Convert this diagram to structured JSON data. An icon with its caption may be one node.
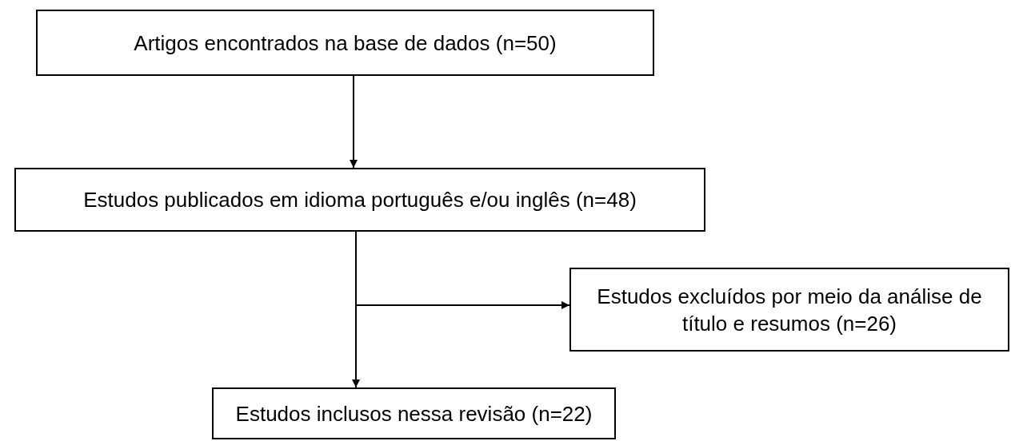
{
  "diagram": {
    "nodes": [
      {
        "text": [
          "Artigos encontrados na base de dados (n=50)"
        ]
      },
      {
        "text": [
          "Estudos publicados em idioma português e/ou inglês (n=48)"
        ]
      },
      {
        "text": [
          "Estudos excluídos por meio da análise de título e resumos (n=26)"
        ]
      },
      {
        "text": [
          "Estudos inclusos nessa revisão (n=22)"
        ]
      }
    ],
    "edges": [
      {
        "from": 0,
        "to": 1,
        "arrow": "to"
      },
      {
        "from": 1,
        "to": 3,
        "arrow": "to"
      },
      {
        "from": 1,
        "to": 2,
        "arrow": "to"
      }
    ]
  }
}
